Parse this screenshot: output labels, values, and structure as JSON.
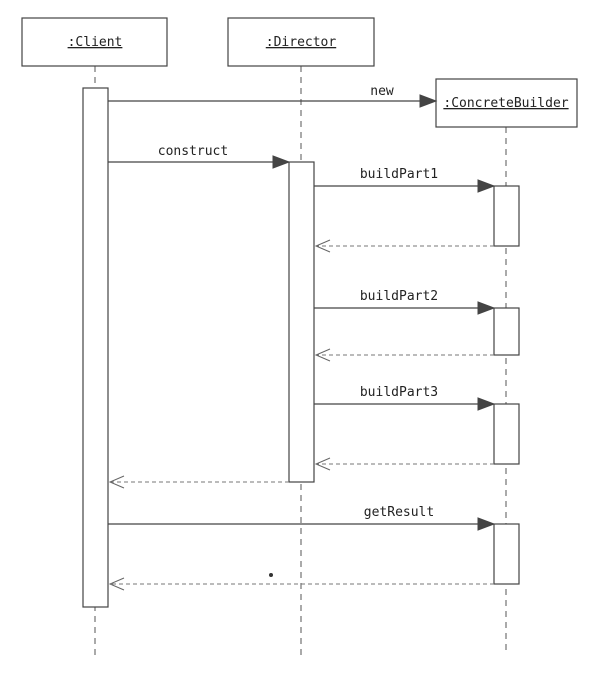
{
  "participants": [
    {
      "id": "client",
      "label": ":Client"
    },
    {
      "id": "director",
      "label": ":Director"
    },
    {
      "id": "builder",
      "label": ":ConcreteBuilder"
    }
  ],
  "messages": [
    {
      "id": "new",
      "label": "new",
      "from": "client",
      "to": "builder",
      "kind": "create"
    },
    {
      "id": "construct",
      "label": "construct",
      "from": "client",
      "to": "director",
      "kind": "call"
    },
    {
      "id": "buildPart1",
      "label": "buildPart1",
      "from": "director",
      "to": "builder",
      "kind": "call"
    },
    {
      "id": "ret1",
      "label": "",
      "from": "builder",
      "to": "director",
      "kind": "return"
    },
    {
      "id": "buildPart2",
      "label": "buildPart2",
      "from": "director",
      "to": "builder",
      "kind": "call"
    },
    {
      "id": "ret2",
      "label": "",
      "from": "builder",
      "to": "director",
      "kind": "return"
    },
    {
      "id": "buildPart3",
      "label": "buildPart3",
      "from": "director",
      "to": "builder",
      "kind": "call"
    },
    {
      "id": "ret3",
      "label": "",
      "from": "builder",
      "to": "director",
      "kind": "return"
    },
    {
      "id": "ret-construct",
      "label": "",
      "from": "director",
      "to": "client",
      "kind": "return"
    },
    {
      "id": "getResult",
      "label": "getResult",
      "from": "client",
      "to": "builder",
      "kind": "call"
    },
    {
      "id": "ret-getResult",
      "label": "",
      "from": "builder",
      "to": "client",
      "kind": "return"
    }
  ]
}
